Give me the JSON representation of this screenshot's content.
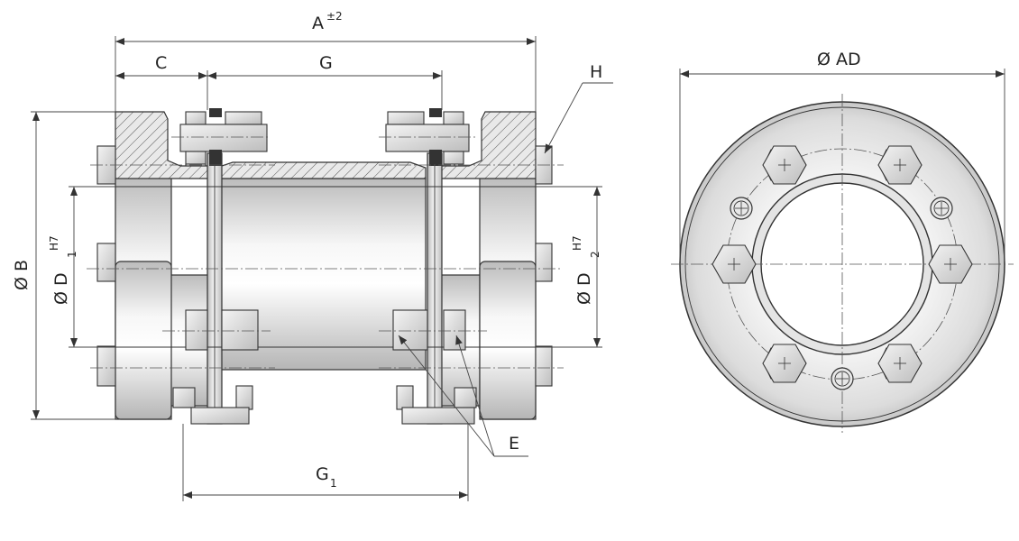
{
  "labels": {
    "dim_a": "A",
    "dim_a_tol": "±2",
    "dim_c": "C",
    "dim_g": "G",
    "dim_h": "H",
    "dim_b": "Ø B",
    "dim_d1": "Ø D",
    "dim_d1_sub": "1",
    "dim_d1_fit": "H7",
    "dim_d2": "Ø D",
    "dim_d2_sub": "2",
    "dim_d2_fit": "H7",
    "dim_e": "E",
    "dim_g1": "G",
    "dim_g1_sub": "1",
    "dim_ad": "Ø AD"
  },
  "colors": {
    "line": "#333333",
    "metal_light": "#f2f2f2",
    "metal_dark": "#bdbdbd"
  }
}
